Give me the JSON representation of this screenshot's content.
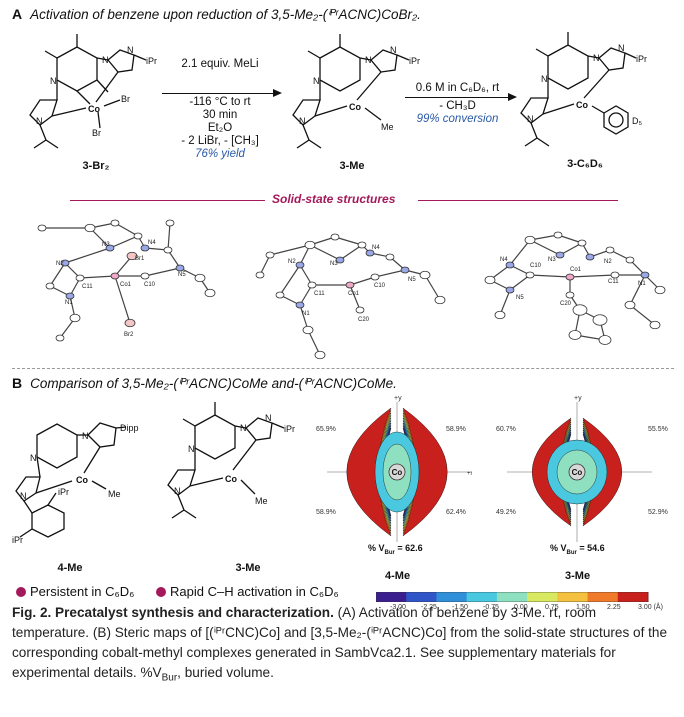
{
  "panel_a": {
    "letter": "A",
    "title": "Activation of benzene upon reduction of  3,5-Me₂-(ⁱᴾʳACNC)CoBr₂.",
    "compounds": [
      "3-Br₂",
      "3-Me",
      "3-C₆D₆"
    ],
    "step1": {
      "line1": "2.1 equiv. MeLi",
      "line2": "-116 °C to rt",
      "line3": "30 min",
      "line4": "Et₂O",
      "line5": "- 2 LiBr, - [CH₃]",
      "yield": "76% yield"
    },
    "step2": {
      "line1": "0.6 M in C₆D₆, rt",
      "line2": "- CH₃D",
      "conversion": "99% conversion"
    },
    "atoms": {
      "co": "Co",
      "n": "N",
      "br": "Br",
      "me": "Me",
      "ipr": "iPr",
      "d5": "D₅"
    },
    "solid_state_title": "Solid-state structures",
    "ortep1_labels": [
      "N3",
      "N4",
      "Br1",
      "N2",
      "C11",
      "C10",
      "N5",
      "Co1",
      "N1",
      "Br2"
    ],
    "ortep2_labels": [
      "N3",
      "N4",
      "N2",
      "C11",
      "C10",
      "N5",
      "Co1",
      "C20",
      "N1"
    ],
    "ortep3_labels": [
      "N3",
      "N4",
      "N2",
      "C10",
      "C11",
      "Co1",
      "N5",
      "C20",
      "N1"
    ]
  },
  "panel_b": {
    "letter": "B",
    "title": "Comparison of  3,5-Me₂-(ⁱᴾʳACNC)CoMe and-(ⁱᴾʳACNC)CoMe.",
    "compounds": [
      "4-Me",
      "3-Me"
    ],
    "atoms": {
      "dipp": "Dipp",
      "ipr": "iPr",
      "co": "Co",
      "me": "Me",
      "n": "N"
    },
    "maps": [
      {
        "name": "4-Me",
        "vbur_label": "% V",
        "vbur_sub": "Bur",
        "vbur_value": "= 62.6",
        "quadrants": [
          "65.9%",
          "58.9%",
          "58.9%",
          "62.4%"
        ]
      },
      {
        "name": "3-Me",
        "vbur_label": "% V",
        "vbur_sub": "Bur",
        "vbur_value": "= 54.6",
        "quadrants": [
          "60.7%",
          "55.5%",
          "49.2%",
          "52.9%"
        ]
      }
    ],
    "axis_labels": {
      "y": "+y",
      "x": "+x",
      "center": "Co"
    },
    "colorbar": {
      "ticks": [
        "-3.00",
        "-2.25",
        "-1.50",
        "-0.75",
        "0.00",
        "0.75",
        "1.50",
        "2.25",
        "3.00 (Å)"
      ],
      "colors": [
        "#3b1f8f",
        "#2f55c8",
        "#2f8fd8",
        "#4ac8e0",
        "#8fe0c0",
        "#d8e860",
        "#f5c040",
        "#ef7a2a",
        "#c8201c"
      ]
    },
    "legend": [
      {
        "text": "Persistent in C₆D₆"
      },
      {
        "text": "Rapid C–H activation in C₆D₆"
      }
    ]
  },
  "caption": {
    "fig": "Fig. 2. Precatalyst synthesis and characterization.",
    "body": " (A) Activation of benzene by 3-Me. rt, room temperature. (B) Steric maps of [(ⁱᴾʳCNC)Co] and [3,5-Me₂-(ⁱᴾʳACNC)Co] from the solid-state structures of the corresponding cobalt-methyl complexes generated in SambVca2.1. See supplementary materials for experimental details. %V",
    "sub": "Bur",
    "tail": ", buried volume."
  },
  "colors": {
    "accent": "#a3195b",
    "blue": "#2a5aa8"
  }
}
